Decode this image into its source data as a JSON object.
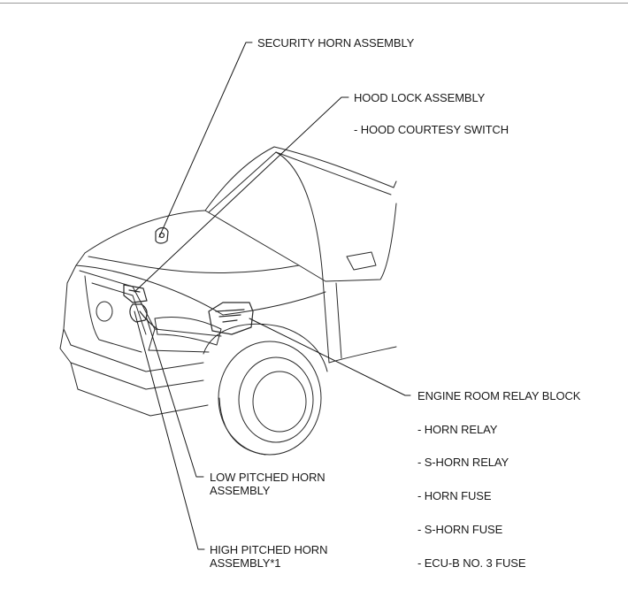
{
  "labels": {
    "security_horn": "SECURITY HORN ASSEMBLY",
    "hood_lock": "HOOD LOCK ASSEMBLY",
    "hood_courtesy_switch": "- HOOD COURTESY SWITCH",
    "engine_room_relay_block": "ENGINE ROOM RELAY BLOCK",
    "horn_relay": "- HORN RELAY",
    "s_horn_relay": "- S-HORN RELAY",
    "horn_fuse": "- HORN FUSE",
    "s_horn_fuse": "- S-HORN FUSE",
    "ecu_b_fuse": "- ECU-B NO. 3 FUSE",
    "low_pitched_horn": "LOW PITCHED HORN ASSEMBLY",
    "high_pitched_horn": "HIGH PITCHED HORN ASSEMBLY*1"
  }
}
